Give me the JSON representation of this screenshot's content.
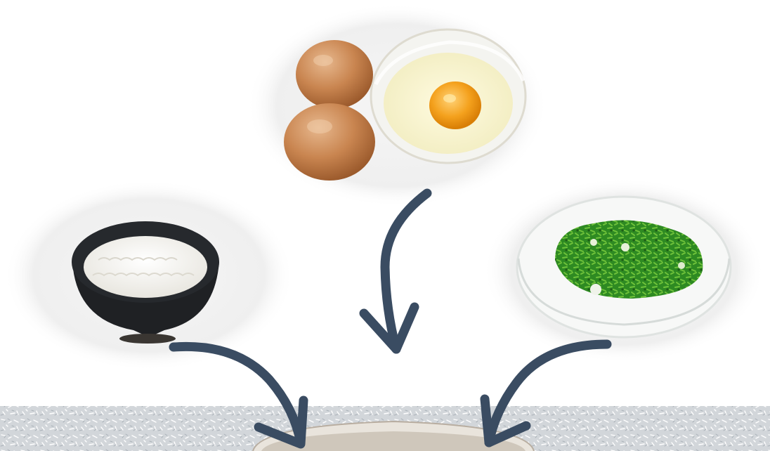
{
  "diagram": {
    "ingredients": [
      {
        "id": "eggs",
        "icon": "eggs-with-cracked-egg-bowl-icon"
      },
      {
        "id": "rice",
        "icon": "rice-bowl-icon"
      },
      {
        "id": "green-onion",
        "icon": "chopped-green-onion-bowl-icon"
      }
    ],
    "destination": {
      "icon": "ceramic-pot-icon"
    },
    "arrows": [
      {
        "from": "eggs",
        "to": "pot"
      },
      {
        "from": "rice",
        "to": "pot"
      },
      {
        "from": "green-onion",
        "to": "pot"
      }
    ]
  },
  "colors": {
    "arrow": "#3a4c62",
    "background": "#ffffff",
    "counter": "#c9ced3",
    "egg_shell": "#c47a43",
    "yolk": "#f2a01b",
    "rice_bowl": "#1f2124",
    "scallion": "#2f8a22"
  }
}
